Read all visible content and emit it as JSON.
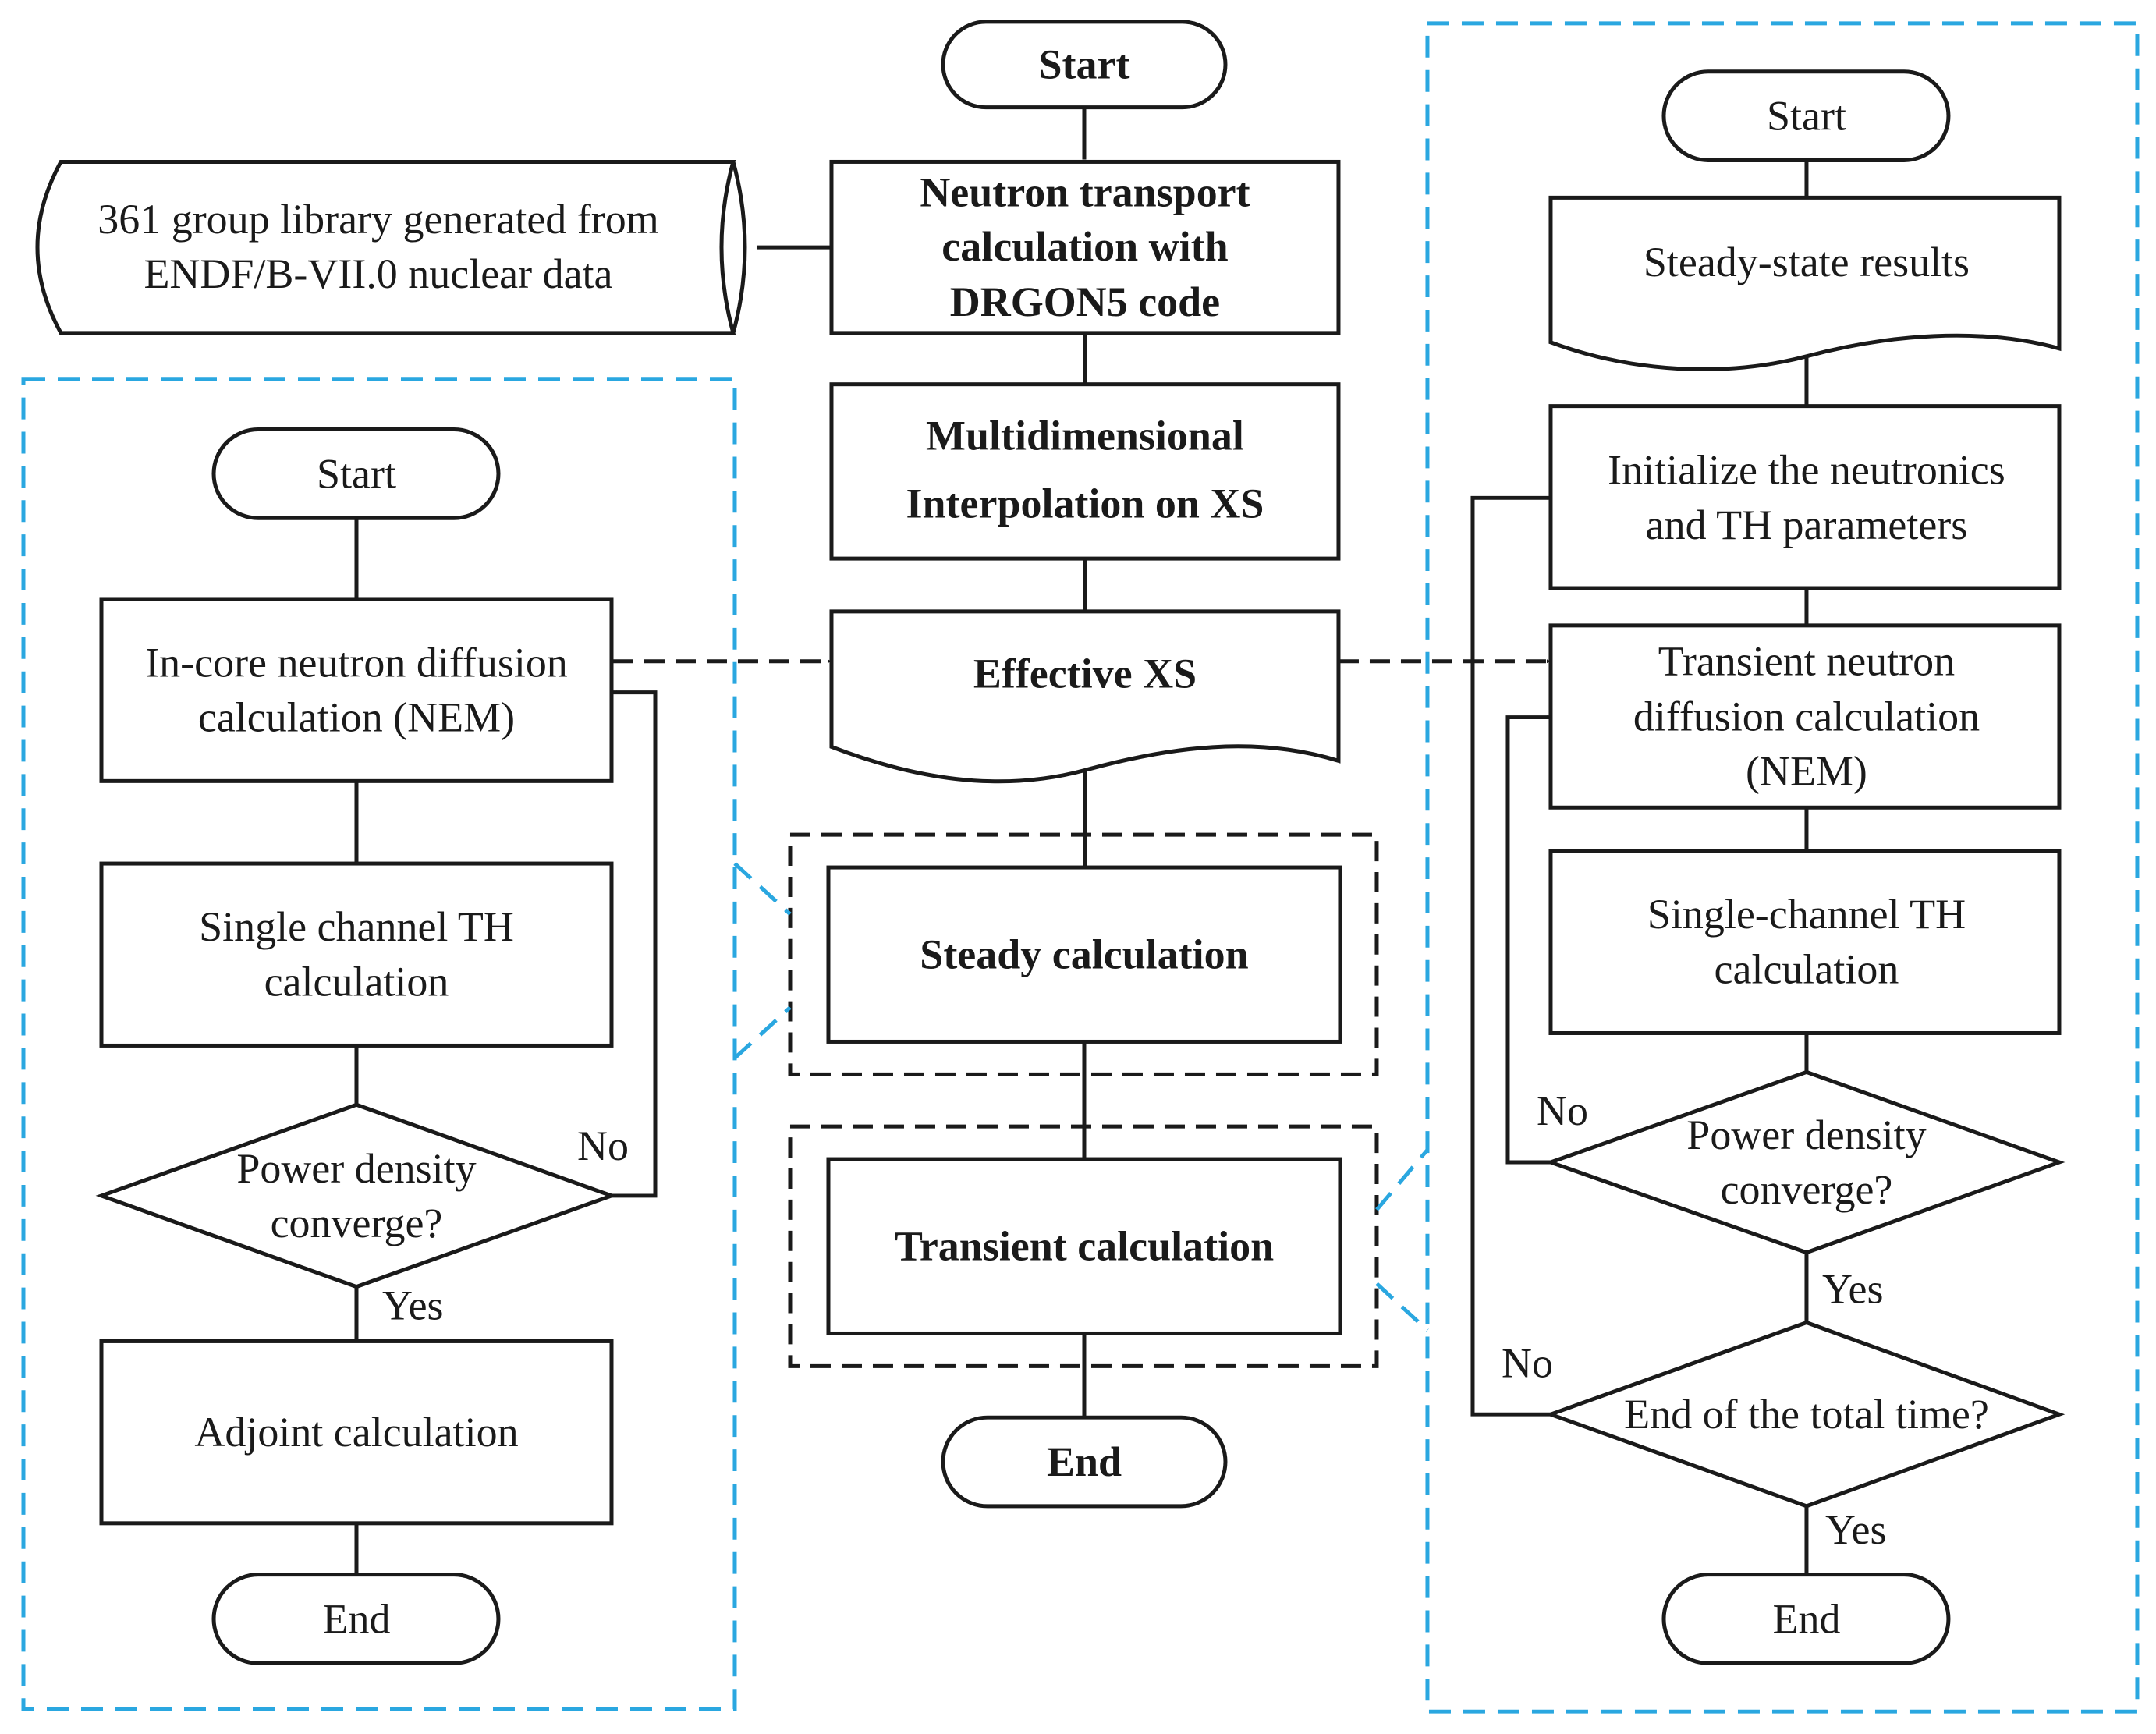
{
  "colors": {
    "stroke": "#1a1a1a",
    "group_border": "#2aa7e0",
    "background": "#ffffff"
  },
  "center": {
    "start": "Start",
    "library": [
      "361 group library generated from",
      "ENDF/B-VII.0 nuclear data"
    ],
    "transport": [
      "Neutron transport",
      "calculation with",
      "DRGON5 code"
    ],
    "interp": [
      "Multidimensional",
      "Interpolation on XS"
    ],
    "effxs": "Effective XS",
    "steady": "Steady calculation",
    "transient": "Transient calculation",
    "end": "End"
  },
  "left": {
    "start": "Start",
    "diffusion": [
      "In-core neutron diffusion",
      "calculation (NEM)"
    ],
    "th": [
      "Single channel TH",
      "calculation"
    ],
    "decision": [
      "Power density",
      "converge?"
    ],
    "no": "No",
    "yes": "Yes",
    "adjoint": "Adjoint calculation",
    "end": "End"
  },
  "right": {
    "start": "Start",
    "results": "Steady-state results",
    "init": [
      "Initialize the neutronics",
      "and TH parameters"
    ],
    "transient": [
      "Transient neutron",
      "diffusion calculation",
      "(NEM)"
    ],
    "th": [
      "Single-channel TH",
      "calculation"
    ],
    "decision1": [
      "Power density",
      "converge?"
    ],
    "no1": "No",
    "yes1": "Yes",
    "decision2": "End of the total time?",
    "no2": "No",
    "yes2": "Yes",
    "end": "End"
  }
}
